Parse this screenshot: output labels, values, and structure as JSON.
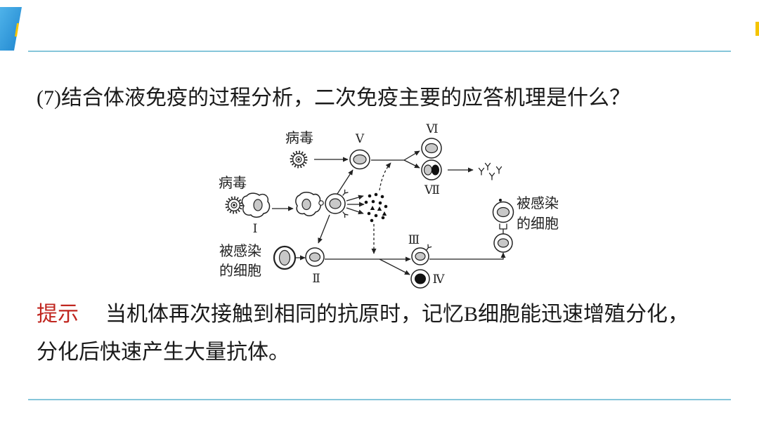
{
  "slide": {
    "question": "(7)结合体液免疫的过程分析，二次免疫主要的应答机理是什么？",
    "hint": {
      "label": "提示",
      "lines": [
        "当机体再次接触到相同的抗原时，记忆B细胞能迅速增殖分化，",
        "分化后快速产生大量抗体。"
      ]
    }
  },
  "diagram": {
    "labels": {
      "virus_top": "病毒",
      "virus_left": "病毒",
      "infected_cell_left": [
        "被感染",
        "的细胞"
      ],
      "infected_cell_right": [
        "被感染",
        "的细胞"
      ]
    },
    "cell_numerals": {
      "cell_1": "Ⅰ",
      "cell_2": "Ⅱ",
      "cell_3": "Ⅲ",
      "cell_4": "Ⅳ",
      "cell_5": "Ⅴ",
      "cell_6": "Ⅵ",
      "cell_7": "Ⅶ"
    },
    "icons": [
      "virus-icon",
      "antibody-icon",
      "lymphokine-icon"
    ]
  },
  "colors": {
    "accent_blue": "#1f86cf",
    "accent_yellow": "#f5c400",
    "rule": "#86c6da",
    "hint_red": "#c0261f",
    "text": "#1a1a1a"
  }
}
